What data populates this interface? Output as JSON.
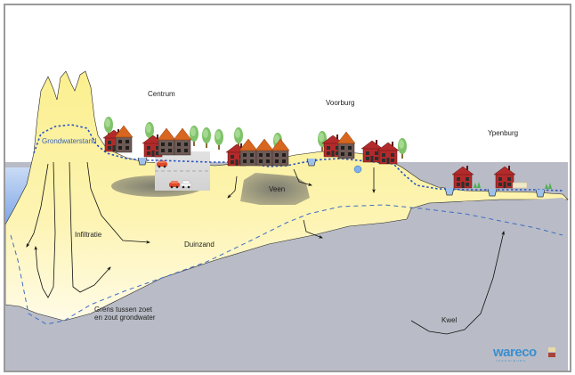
{
  "diagram": {
    "title_labels": {
      "centrum": "Centrum",
      "voorburg": "Voorburg",
      "ypenburg": "Ypenburg"
    },
    "layer_labels": {
      "grondwaterstand": "Grondwaterstand",
      "infiltratie": "Infiltratie",
      "duinzand": "Duinzand",
      "veen": "Veen",
      "grens_line1": "Grens tussen zoet",
      "grens_line2": "en zout grondwater",
      "kwel": "Kwel"
    },
    "logo": {
      "name": "wareco",
      "subtitle": "INGENIEURS"
    },
    "colors": {
      "dune_sand": "#fbef8e",
      "clay_grey": "#b9bcc6",
      "peat": "#8a8a7a",
      "sea": "#a9c6f0",
      "groundwater_line": "#2b55c0",
      "brick_red": "#b32a2a",
      "roof_orange": "#d8661f",
      "house_brown": "#6e5a55"
    }
  }
}
